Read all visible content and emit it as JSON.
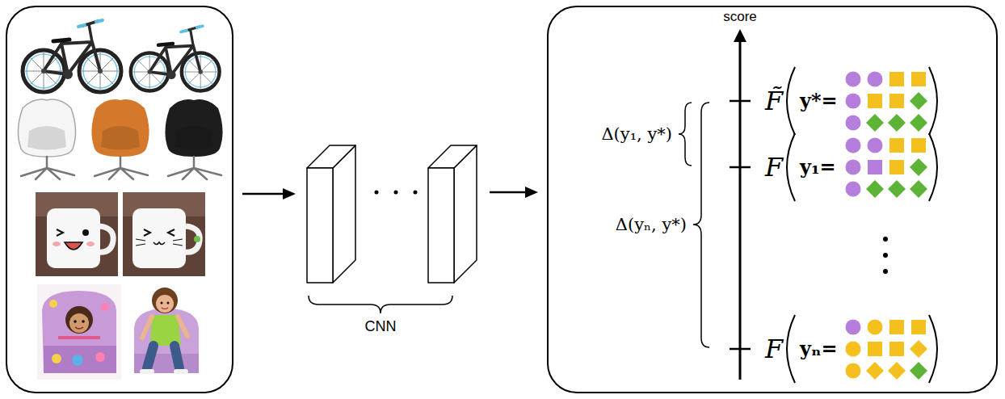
{
  "diagram": {
    "labels": [
      "score",
      "Δ(y₁, y*)",
      "Δ(yₙ, y*)",
      "F̃",
      "y*=",
      "F",
      "y₁=",
      "F",
      "yₙ=",
      "CNN"
    ]
  }
}
